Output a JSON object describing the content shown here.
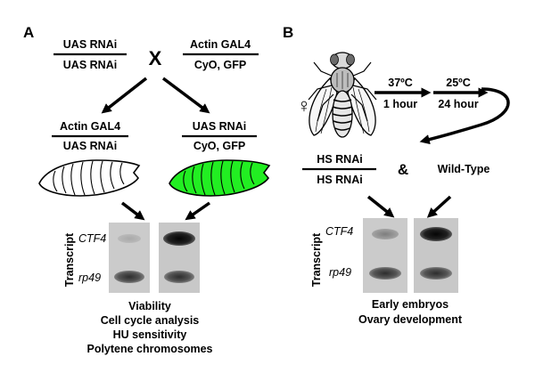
{
  "panel_a": {
    "label": "A",
    "cross": {
      "left_top": "UAS RNAi",
      "left_bottom": "UAS RNAi",
      "cross_symbol": "X",
      "right_top": "Actin GAL4",
      "right_bottom": "CyO, GFP"
    },
    "progeny": {
      "left_top": "Actin GAL4",
      "left_bottom": "UAS RNAi",
      "right_top": "UAS RNAi",
      "right_bottom": "CyO, GFP"
    },
    "larva_colors": {
      "left": "#ffffff",
      "right": "#22ee22"
    },
    "gel": {
      "axis_label": "Transcript",
      "row_labels": [
        "CTF4",
        "rp49"
      ],
      "lanes": [
        {
          "ctf4_band": 0.15,
          "rp49_band": 0.7
        },
        {
          "ctf4_band": 1.0,
          "rp49_band": 0.7
        }
      ]
    },
    "caption": [
      "Viability",
      "Cell cycle analysis",
      "HU sensitivity",
      "Polytene chromosomes"
    ]
  },
  "panel_b": {
    "label": "B",
    "female_symbol": "♀",
    "heat_shock": {
      "step1_temp": "37ºC",
      "step1_time": "1 hour",
      "step2_temp": "25ºC",
      "step2_time": "24 hour"
    },
    "genotype_top": "HS RNAi",
    "genotype_bottom": "HS RNAi",
    "ampersand": "&",
    "wild_type": "Wild-Type",
    "gel": {
      "axis_label": "Transcript",
      "row_labels": [
        "CTF4",
        "rp49"
      ],
      "lanes": [
        {
          "ctf4_band": 0.35,
          "rp49_band": 0.7
        },
        {
          "ctf4_band": 1.0,
          "rp49_band": 0.7
        }
      ]
    },
    "caption": [
      "Early embryos",
      "Ovary development"
    ]
  }
}
